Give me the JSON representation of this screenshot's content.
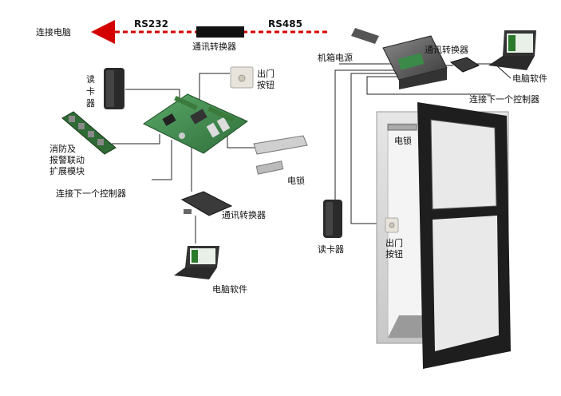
{
  "top_bus": {
    "left_label": "连接电脑",
    "rs232": "RS232",
    "rs485": "RS485",
    "converter": "通讯转换器",
    "colors": {
      "dashed": "#d40000",
      "box": "#111111"
    }
  },
  "left_diagram": {
    "reader": "读\n卡\n器",
    "reader_lines": [
      "读",
      "卡",
      "器"
    ],
    "exit_button": [
      "出门",
      "按钮"
    ],
    "fire_alarm_module": [
      "消防及",
      "报警联动",
      "扩展模块"
    ],
    "next_controller": "连接下一个控制器",
    "converter": "通讯转换器",
    "lock": "电锁",
    "pc_software": "电脑软件"
  },
  "right_diagram": {
    "power_box": "机箱电源",
    "converter": "通讯转换器",
    "pc_software": "电脑软件",
    "next_controller": "连接下一个控制器",
    "lock": "电锁",
    "reader": "读卡器",
    "exit_button": [
      "出门",
      "按钮"
    ]
  },
  "colors": {
    "board_green": "#3c8a4a",
    "door_frame": "#1e1e1e",
    "wall": "#d9d9d9"
  }
}
